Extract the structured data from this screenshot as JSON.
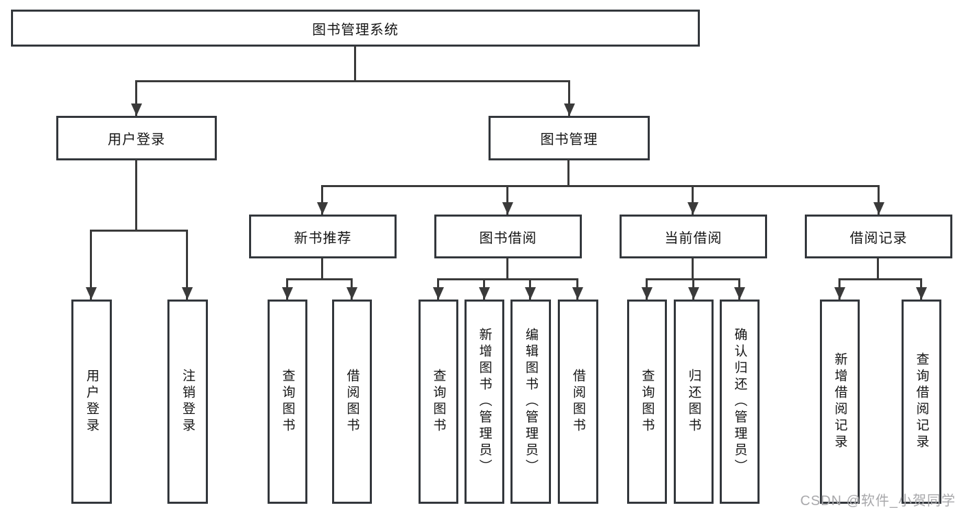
{
  "diagram": {
    "type": "tree",
    "title": "图书管理系统",
    "watermark": "CSDN @软件_小贺同学",
    "colors": {
      "line": "#3a3a3a",
      "box_border": "#33373c",
      "text": "#151515",
      "watermark": "#a8a8ab",
      "background": "#ffffff"
    },
    "nodes": {
      "root": {
        "label": "图书管理系统",
        "children": [
          "user_login",
          "book_mgmt"
        ]
      },
      "user_login": {
        "label": "用户登录",
        "children": [
          "leaf_user_login",
          "leaf_logout"
        ]
      },
      "book_mgmt": {
        "label": "图书管理",
        "children": [
          "new_rec",
          "borrow",
          "current",
          "record"
        ]
      },
      "new_rec": {
        "label": "新书推荐",
        "children": [
          "leaf_query_rec",
          "leaf_borrow_rec"
        ]
      },
      "borrow": {
        "label": "图书借阅",
        "children": [
          "leaf_query_books",
          "leaf_add_book",
          "leaf_edit_book",
          "leaf_borrow_books"
        ]
      },
      "current": {
        "label": "当前借阅",
        "children": [
          "leaf_query_cur",
          "leaf_return_book",
          "leaf_confirm_ret"
        ]
      },
      "record": {
        "label": "借阅记录",
        "children": [
          "leaf_add_record",
          "leaf_query_record"
        ]
      },
      "leaf_user_login": {
        "label": "用户登录"
      },
      "leaf_logout": {
        "label": "注销登录"
      },
      "leaf_query_rec": {
        "label": "查询图书"
      },
      "leaf_borrow_rec": {
        "label": "借阅图书"
      },
      "leaf_query_books": {
        "label": "查询图书"
      },
      "leaf_add_book": {
        "label": "新增图书（管理员）"
      },
      "leaf_edit_book": {
        "label": "编辑图书（管理员）"
      },
      "leaf_borrow_books": {
        "label": "借阅图书"
      },
      "leaf_query_cur": {
        "label": "查询图书"
      },
      "leaf_return_book": {
        "label": "归还图书"
      },
      "leaf_confirm_ret": {
        "label": "确认归还（管理员）"
      },
      "leaf_add_record": {
        "label": "新增借阅记录"
      },
      "leaf_query_record": {
        "label": "查询借阅记录"
      }
    }
  }
}
